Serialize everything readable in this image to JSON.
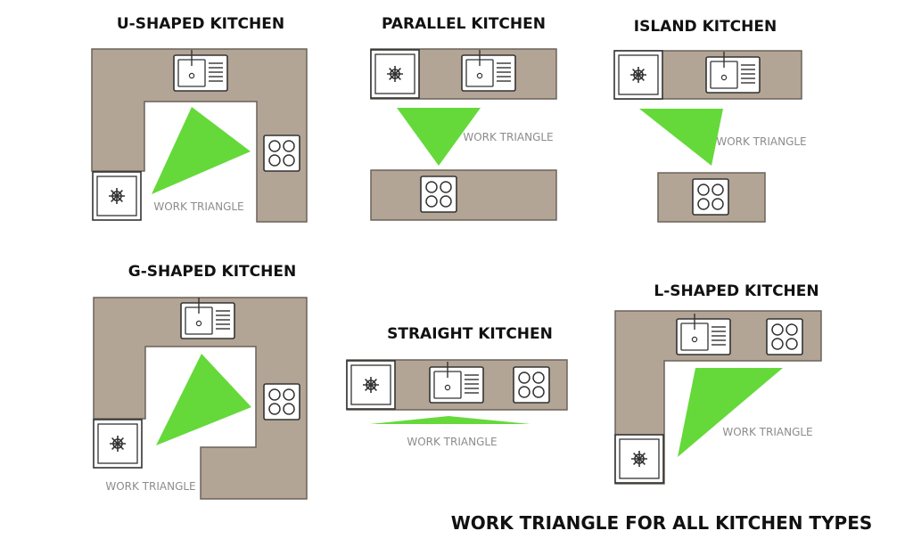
{
  "footer_title": "WORK TRIANGLE FOR ALL KITCHEN TYPES",
  "triangle_label": "WORK TRIANGLE",
  "colors": {
    "counter": "#b3a596",
    "counter_outline": "#6b625a",
    "triangle": "#65d93a",
    "appliance_outline": "#333333",
    "label_grey": "#8c8c8c"
  },
  "icons": {
    "sink": "sink-icon",
    "stove": "stove-icon",
    "fridge": "fridge-icon"
  },
  "layouts": [
    {
      "id": "u",
      "title": "U-SHAPED KITCHEN"
    },
    {
      "id": "parallel",
      "title": "PARALLEL KITCHEN"
    },
    {
      "id": "island",
      "title": "ISLAND KITCHEN"
    },
    {
      "id": "g",
      "title": "G-SHAPED KITCHEN"
    },
    {
      "id": "straight",
      "title": "STRAIGHT KITCHEN"
    },
    {
      "id": "l",
      "title": "L-SHAPED KITCHEN"
    }
  ]
}
